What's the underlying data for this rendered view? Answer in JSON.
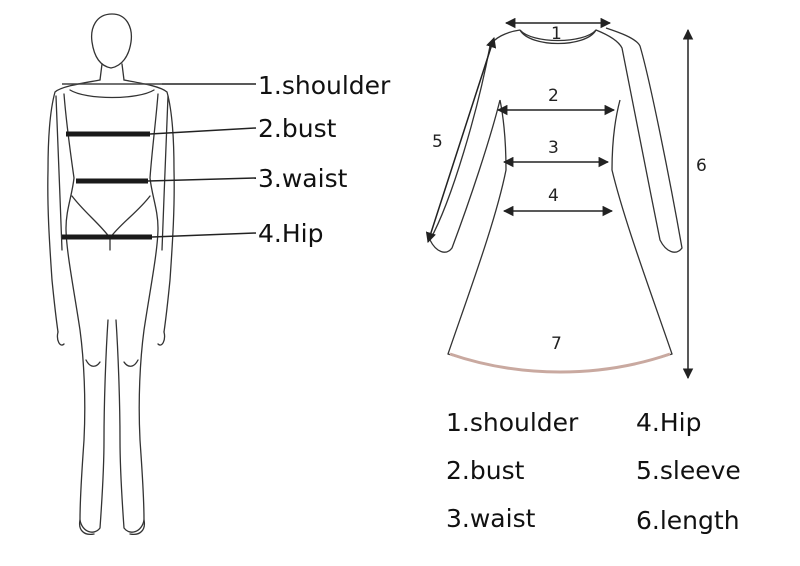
{
  "figure_labels": {
    "shoulder": "1.shoulder",
    "bust": "2.bust",
    "waist": "3.waist",
    "hip": "4.Hip"
  },
  "dress_numbers": {
    "n1": "1",
    "n2": "2",
    "n3": "3",
    "n4": "4",
    "n5": "5",
    "n6": "6",
    "n7": "7"
  },
  "legend": {
    "col1": [
      "1.shoulder",
      "2.bust",
      "3.waist"
    ],
    "col2": [
      "4.Hip",
      "5.sleeve",
      "6.length"
    ]
  },
  "colors": {
    "outline": "#333333",
    "measure_band": "#1a1a1a",
    "hem_accent": "#c9a9a0"
  }
}
